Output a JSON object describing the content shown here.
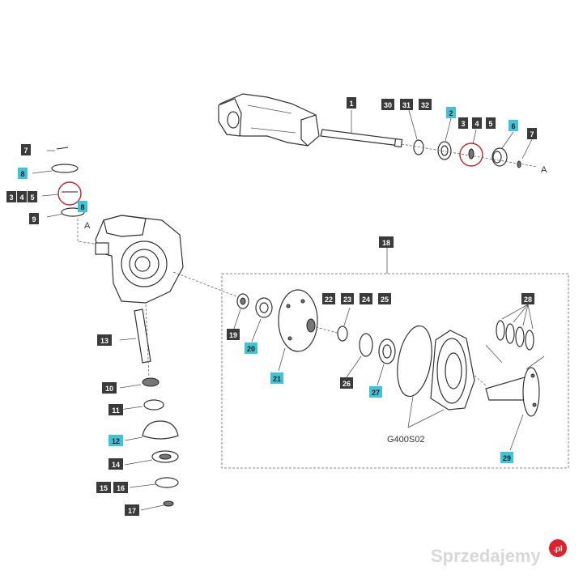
{
  "colors": {
    "tag_dark": "#3a3a3a",
    "tag_highlight": "#3ec3d8",
    "tag_text_dark": "#ffffff",
    "tag_text_highlight": "#1a1a1a",
    "highlight_circle": "#c0262c",
    "watermark": "#d8d8d8",
    "watermark_dot": "#e0202a"
  },
  "tags": {
    "t1": "1",
    "t30": "30",
    "t31": "31",
    "t32": "32",
    "t2": "2",
    "t3a": "3",
    "t4a": "4",
    "t5a": "5",
    "t6": "6",
    "t7a": "7",
    "t7b": "7",
    "t8a": "8",
    "t3b": "3",
    "t4b": "4",
    "t5b": "5",
    "t8b": "8",
    "t9": "9",
    "t18": "18",
    "t22": "22",
    "t23": "23",
    "t24": "24",
    "t25": "25",
    "t28": "28",
    "t19": "19",
    "t20": "20",
    "t21": "21",
    "t26": "26",
    "t27": "27",
    "t29": "29",
    "t13": "13",
    "t10": "10",
    "t11": "11",
    "t12": "12",
    "t14": "14",
    "t15": "15",
    "t16": "16",
    "t17": "17"
  },
  "labels": {
    "a_top": "A",
    "a_left": "A",
    "kit": "G400S02"
  },
  "watermark": {
    "text": "Sprzedajemy",
    "suffix": ".pl"
  }
}
